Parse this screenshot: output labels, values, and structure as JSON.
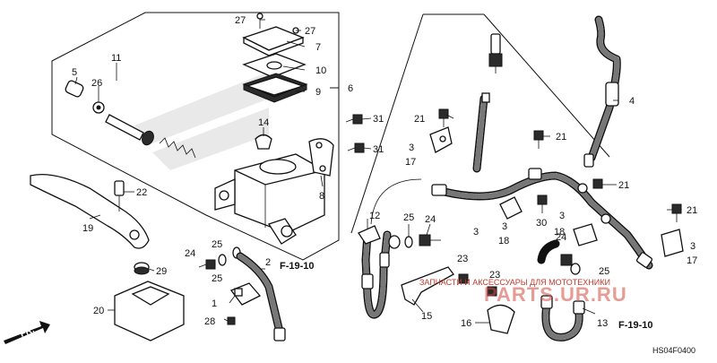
{
  "callouts": [
    {
      "id": "c27a",
      "text": "27"
    },
    {
      "id": "c27b",
      "text": "27"
    },
    {
      "id": "c7",
      "text": "7"
    },
    {
      "id": "c10",
      "text": "10"
    },
    {
      "id": "c9",
      "text": "9"
    },
    {
      "id": "c6",
      "text": "6"
    },
    {
      "id": "c11",
      "text": "11"
    },
    {
      "id": "c5",
      "text": "5"
    },
    {
      "id": "c26",
      "text": "26"
    },
    {
      "id": "c14",
      "text": "14"
    },
    {
      "id": "c31a",
      "text": "31"
    },
    {
      "id": "c31b",
      "text": "31"
    },
    {
      "id": "c8",
      "text": "8"
    },
    {
      "id": "c22",
      "text": "22"
    },
    {
      "id": "c19",
      "text": "19"
    },
    {
      "id": "c29",
      "text": "29"
    },
    {
      "id": "c20",
      "text": "20"
    },
    {
      "id": "c24a",
      "text": "24"
    },
    {
      "id": "c25a",
      "text": "25"
    },
    {
      "id": "c25b",
      "text": "25"
    },
    {
      "id": "c2",
      "text": "2"
    },
    {
      "id": "c1",
      "text": "1"
    },
    {
      "id": "c28",
      "text": "28"
    },
    {
      "id": "c12",
      "text": "12"
    },
    {
      "id": "c25c",
      "text": "25"
    },
    {
      "id": "c24b",
      "text": "24"
    },
    {
      "id": "c21a",
      "text": "21"
    },
    {
      "id": "c3a",
      "text": "3"
    },
    {
      "id": "c17a",
      "text": "17"
    },
    {
      "id": "c21b",
      "text": "21"
    },
    {
      "id": "c4",
      "text": "4"
    },
    {
      "id": "c3b",
      "text": "3"
    },
    {
      "id": "c3c",
      "text": "3"
    },
    {
      "id": "c18a",
      "text": "18"
    },
    {
      "id": "c30",
      "text": "30"
    },
    {
      "id": "c3d",
      "text": "3"
    },
    {
      "id": "c18b",
      "text": "18"
    },
    {
      "id": "c21c",
      "text": "21"
    },
    {
      "id": "c21d",
      "text": "21"
    },
    {
      "id": "c3e",
      "text": "3"
    },
    {
      "id": "c17b",
      "text": "17"
    },
    {
      "id": "c23a",
      "text": "23"
    },
    {
      "id": "c23b",
      "text": "23"
    },
    {
      "id": "c15",
      "text": "15"
    },
    {
      "id": "c16",
      "text": "16"
    },
    {
      "id": "c13",
      "text": "13"
    },
    {
      "id": "c24c",
      "text": "24"
    },
    {
      "id": "c25d",
      "text": "25"
    }
  ],
  "refs": {
    "left": "F-19-10",
    "right": "F-19-10"
  },
  "front_arrow": "FR.",
  "diagram_code": "HS04F0400",
  "watermark": {
    "text": "ЗАПЧАСТИ И АКСЕССУАРЫ ДЛЯ МОТОТЕХНИКИ",
    "brand": "PARTS.UR.RU"
  }
}
